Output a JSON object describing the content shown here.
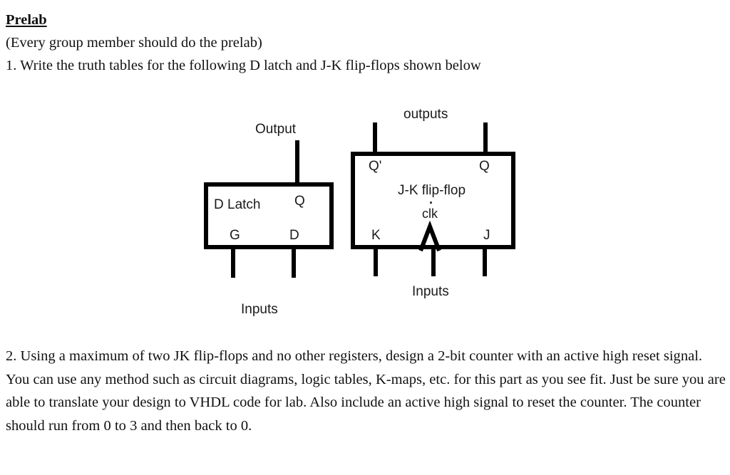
{
  "document": {
    "heading": "Prelab",
    "subtitle": "(Every group member should do the prelab)",
    "instruction": "1. Write the truth tables for the following D latch and J-K flip-flops shown below",
    "paragraph_two": "2. Using a maximum of two JK flip-flops and no other registers, design a 2-bit counter with an active high reset signal. You can use any method such as circuit diagrams, logic tables, K-maps, etc. for this part as you see fit. Just be sure you are able to translate your design to VHDL code for lab. Also include an active high signal to reset the counter. The counter should run from 0 to 3 and then back to 0."
  },
  "figure": {
    "d_latch": {
      "output_label": "Output",
      "name_label": "D Latch",
      "q_label": "Q",
      "g_label": "G",
      "d_label": "D",
      "inputs_label": "Inputs"
    },
    "jk_flip_flop": {
      "outputs_label": "outputs",
      "q_not_label": "Q'",
      "q_label": "Q",
      "name_label": "J-K flip-flop",
      "clk_label": "clk",
      "k_label": "K",
      "j_label": "J",
      "inputs_label": "Inputs"
    }
  },
  "colors": {
    "stroke": "#000000",
    "text": "#111111",
    "label_text": "#1a1a1a",
    "background": "#ffffff"
  }
}
